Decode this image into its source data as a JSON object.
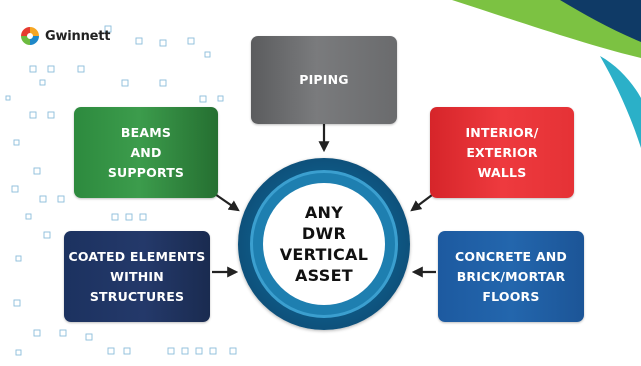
{
  "logo": {
    "text": "Gwinnett",
    "icon": "gwinnett-swirl-logo-icon"
  },
  "center": {
    "lines": [
      "ANY",
      "DWR",
      "VERTICAL",
      "ASSET"
    ],
    "colors": {
      "outer": "#0f5a86",
      "ring": "#1e7fb0"
    }
  },
  "boxes": {
    "piping": {
      "lines": [
        "PIPING"
      ],
      "color": "#6a6b6d"
    },
    "beams": {
      "lines": [
        "BEAMS",
        "AND",
        "SUPPORTS"
      ],
      "color": "#2d8a3e"
    },
    "walls": {
      "lines": [
        "INTERIOR/",
        "EXTERIOR",
        "WALLS"
      ],
      "color": "#e53236"
    },
    "coated": {
      "lines": [
        "COATED ELEMENTS",
        "WITHIN",
        "STRUCTURES"
      ],
      "color": "#1c3260"
    },
    "concrete": {
      "lines": [
        "CONCRETE AND",
        "BRICK/MORTAR",
        "FLOORS"
      ],
      "color": "#1d5aa0"
    }
  },
  "colors": {
    "corner_green": "#7cc242",
    "corner_teal": "#2bb0c8",
    "corner_navy": "#0f3a66",
    "arrow": "#222222"
  }
}
